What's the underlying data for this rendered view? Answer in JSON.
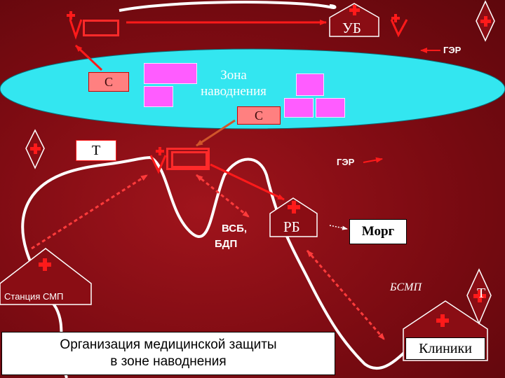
{
  "nodes": {
    "ub": "УБ",
    "ger_top": "ГЭР",
    "zone": "Зона наводнения",
    "c_left": "С",
    "c_center": "С",
    "t_left": "Т",
    "ger_mid": "ГЭР",
    "vsb": "ВСБ,",
    "bdp": "БДП",
    "rb": "РБ",
    "morg": "Морг",
    "station": "Станция СМП",
    "bsmp": "БСМП",
    "t_right": "Т",
    "clinics": "Клиники"
  },
  "caption": {
    "line1": "Организация медицинской защиты",
    "line2": "в зоне наводнения"
  },
  "colors": {
    "background": "#7a0a10",
    "flood_zone": "#33e6f0",
    "arrow_red": "#ff1a1a",
    "dashed_arrow": "#ff3b3b",
    "river": "#ffffff",
    "pink_block": "#ff5cff"
  }
}
